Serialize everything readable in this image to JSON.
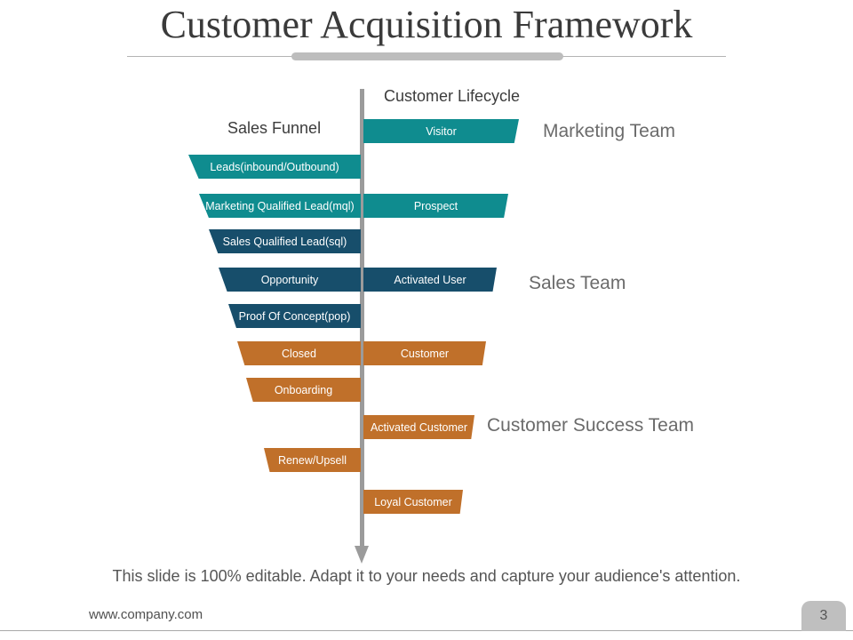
{
  "title": "Customer Acquisition Framework",
  "headings": {
    "lifecycle": "Customer Lifecycle",
    "funnel": "Sales Funnel"
  },
  "teams": {
    "marketing": "Marketing Team",
    "sales": "Sales Team",
    "success": "Customer Success Team"
  },
  "funnel_steps": [
    {
      "label": "Leads(inbound/Outbound)",
      "color": "#0f8c8f"
    },
    {
      "label": "Marketing Qualified Lead(mql)",
      "color": "#0f8c8f"
    },
    {
      "label": "Sales Qualified Lead(sql)",
      "color": "#174e6b"
    },
    {
      "label": "Opportunity",
      "color": "#174e6b"
    },
    {
      "label": "Proof Of Concept(pop)",
      "color": "#174e6b"
    },
    {
      "label": "Closed",
      "color": "#c0702a"
    },
    {
      "label": "Onboarding",
      "color": "#c0702a"
    },
    {
      "label": "Renew/Upsell",
      "color": "#c0702a"
    }
  ],
  "lifecycle_stages": [
    {
      "label": "Visitor",
      "color": "#0f8c8f"
    },
    {
      "label": "Prospect",
      "color": "#0f8c8f"
    },
    {
      "label": "Activated User",
      "color": "#174e6b"
    },
    {
      "label": "Customer",
      "color": "#c0702a"
    },
    {
      "label": "Activated Customer",
      "color": "#c0702a"
    },
    {
      "label": "Loyal Customer",
      "color": "#c0702a"
    }
  ],
  "footer": {
    "note": "This slide is 100% editable. Adapt it to your needs and capture your audience's attention.",
    "url": "www.company.com",
    "page_number": "3"
  }
}
